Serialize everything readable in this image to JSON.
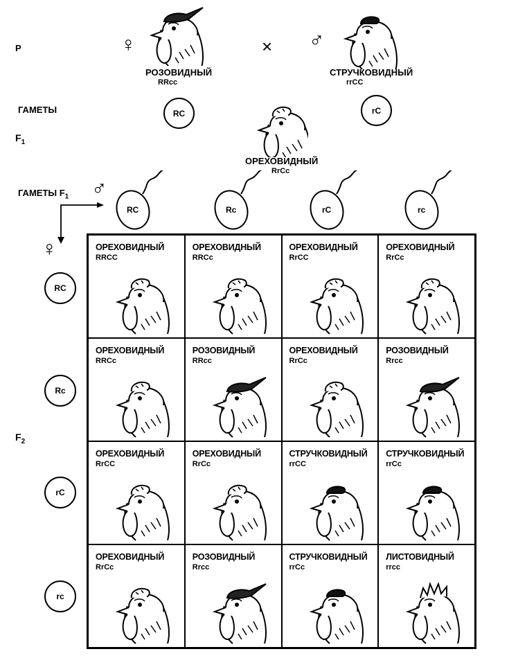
{
  "parents": {
    "row_label": "P",
    "female_symbol": "♀",
    "male_symbol": "♂",
    "cross": "×",
    "female": {
      "phenotype": "РОЗОВИДНЫЙ",
      "genotype": "RRcc",
      "comb": "rose"
    },
    "male": {
      "phenotype": "СТРУЧКОВИДНЫЙ",
      "genotype": "rrCC",
      "comb": "pea"
    }
  },
  "gametes_label": "ГАМЕТЫ",
  "parent_gametes": [
    "RC",
    "rC"
  ],
  "f1": {
    "label": "F",
    "subscript": "1",
    "phenotype": "ОРЕХОВИДНЫЙ",
    "genotype": "RrCc",
    "comb": "walnut"
  },
  "f1_gametes": {
    "label": "ГАМЕТЫ F",
    "subscript": "1",
    "male_symbol": "♂",
    "female_symbol": "♀",
    "male": [
      "RC",
      "Rc",
      "rC",
      "rc"
    ],
    "female": [
      "RC",
      "Rc",
      "rC",
      "rc"
    ]
  },
  "f2": {
    "label": "F",
    "subscript": "2",
    "cells": [
      [
        {
          "phenotype": "ОРЕХОВИДНЫЙ",
          "genotype": "RRCC",
          "comb": "walnut"
        },
        {
          "phenotype": "ОРЕХОВИДНЫЙ",
          "genotype": "RRCc",
          "comb": "walnut"
        },
        {
          "phenotype": "ОРЕХОВИДНЫЙ",
          "genotype": "RrCC",
          "comb": "walnut"
        },
        {
          "phenotype": "ОРЕХОВИДНЫЙ",
          "genotype": "RrCc",
          "comb": "walnut"
        }
      ],
      [
        {
          "phenotype": "ОРЕХОВИДНЫЙ",
          "genotype": "RRCc",
          "comb": "walnut"
        },
        {
          "phenotype": "РОЗОВИДНЫЙ",
          "genotype": "RRcc",
          "comb": "rose"
        },
        {
          "phenotype": "ОРЕХОВИДНЫЙ",
          "genotype": "RrCc",
          "comb": "walnut"
        },
        {
          "phenotype": "РОЗОВИДНЫЙ",
          "genotype": "Rrcc",
          "comb": "rose"
        }
      ],
      [
        {
          "phenotype": "ОРЕХОВИДНЫЙ",
          "genotype": "RrCC",
          "comb": "walnut"
        },
        {
          "phenotype": "ОРЕХОВИДНЫЙ",
          "genotype": "RrCc",
          "comb": "walnut"
        },
        {
          "phenotype": "СТРУЧКОВИДНЫЙ",
          "genotype": "rrCC",
          "comb": "pea"
        },
        {
          "phenotype": "СТРУЧКОВИДНЫЙ",
          "genotype": "rrCc",
          "comb": "pea"
        }
      ],
      [
        {
          "phenotype": "ОРЕХОВИДНЫЙ",
          "genotype": "RrCc",
          "comb": "walnut"
        },
        {
          "phenotype": "РОЗОВИДНЫЙ",
          "genotype": "Rrcc",
          "comb": "rose"
        },
        {
          "phenotype": "СТРУЧКОВИДНЫЙ",
          "genotype": "rrCc",
          "comb": "pea"
        },
        {
          "phenotype": "ЛИСТОВИДНЫЙ",
          "genotype": "rrcc",
          "comb": "single"
        }
      ]
    ]
  }
}
